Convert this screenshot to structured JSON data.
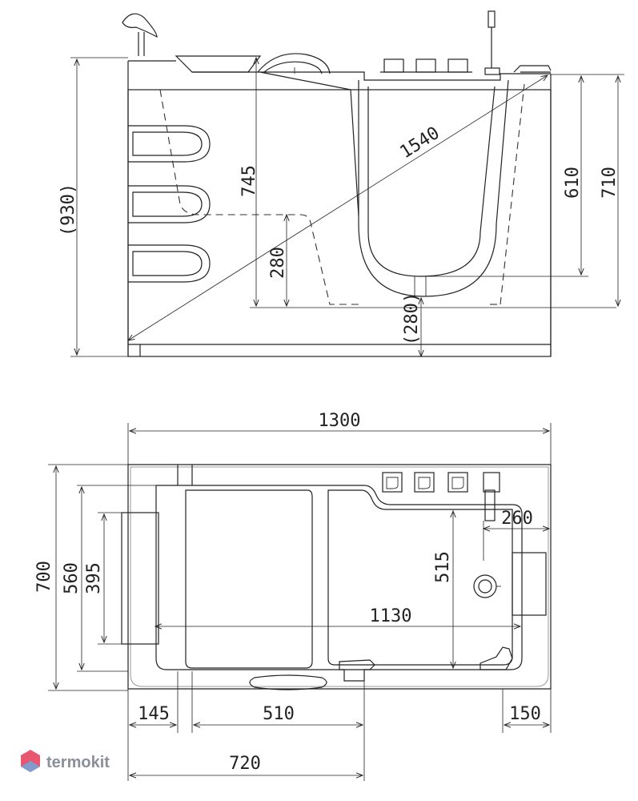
{
  "side_view": {
    "overall_height": "(930)",
    "height_745": "745",
    "height_280": "280",
    "diagonal": "1540",
    "height_610": "610",
    "height_710": "710",
    "floor_280": "(280)"
  },
  "top_view": {
    "length_1300": "1300",
    "width_700": "700",
    "width_560": "560",
    "width_395": "395",
    "depth_515": "515",
    "length_1130": "1130",
    "offset_260": "260",
    "offset_145": "145",
    "door_510": "510",
    "offset_150": "150",
    "length_720": "720"
  },
  "logo": {
    "brand": "termokit",
    "brand_color": "#e8566f"
  }
}
